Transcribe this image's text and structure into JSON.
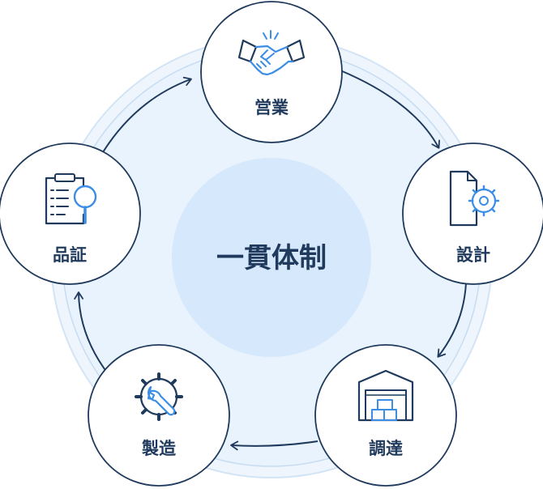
{
  "center": {
    "label": "一貫体制"
  },
  "nodes": {
    "sales": {
      "label": "営業",
      "icon": "handshake-icon"
    },
    "design": {
      "label": "設計",
      "icon": "gear-document-icon"
    },
    "procurement": {
      "label": "調達",
      "icon": "warehouse-icon"
    },
    "manufacturing": {
      "label": "製造",
      "icon": "wrench-gear-icon"
    },
    "quality": {
      "label": "品証",
      "icon": "clipboard-magnifier-icon"
    }
  },
  "colors": {
    "navy": "#1f3a5c",
    "blue": "#3b8de6",
    "outer_ring_fill": "#e9f3fd",
    "outer_ring_stroke": "#c7dcf1",
    "center_fill": "#d6e8fb",
    "node_fill": "#ffffff",
    "node_stroke": "#1f3a5c"
  }
}
